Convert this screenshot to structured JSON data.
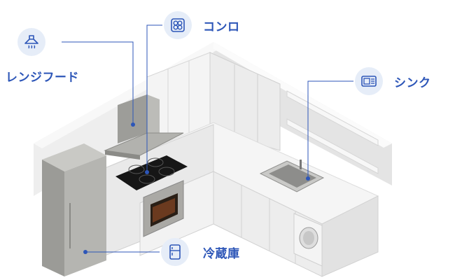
{
  "callouts": {
    "range_hood": {
      "label": "レンジフード",
      "icon": "range-hood-icon"
    },
    "stove": {
      "label": "コンロ",
      "icon": "stove-icon"
    },
    "sink": {
      "label": "シンク",
      "icon": "sink-icon"
    },
    "refrigerator": {
      "label": "冷蔵庫",
      "icon": "refrigerator-icon"
    }
  },
  "colors": {
    "accent": "#2d56b8",
    "icon_bg": "#e6edf8",
    "cabinet": "#f3f3f3",
    "appliance_steel": "#a9a9a5",
    "cooktop": "#1a1a1a"
  }
}
